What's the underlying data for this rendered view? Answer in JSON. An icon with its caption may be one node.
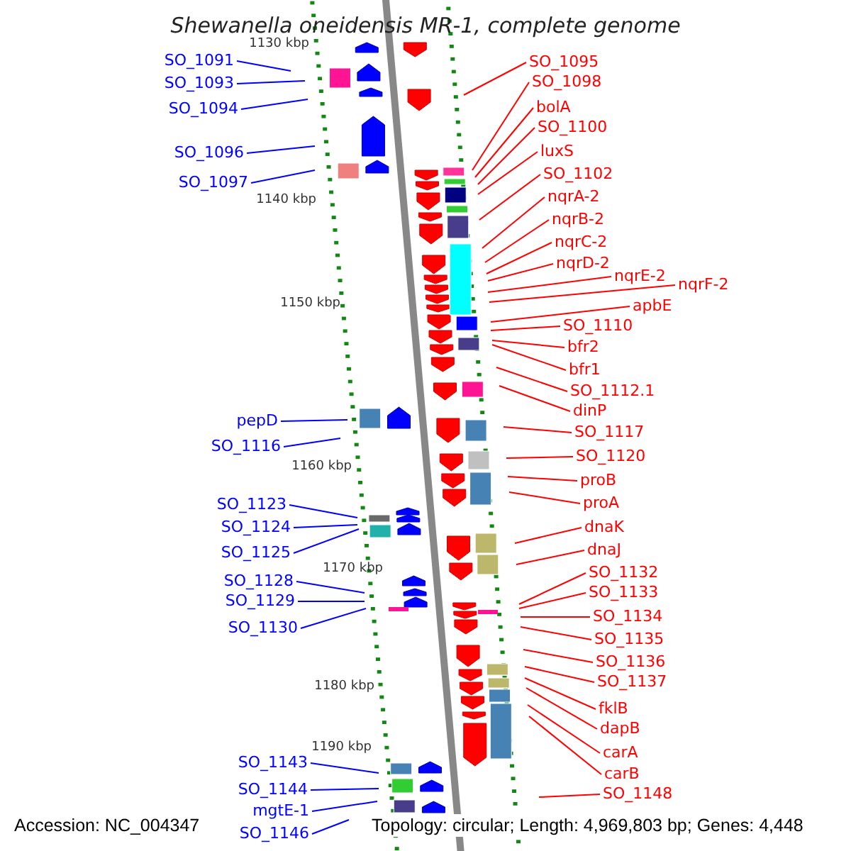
{
  "diagram": {
    "title": "Shewanella oneidensis MR-1, complete genome",
    "nodes": [
      {
        "text": [
          "SO_1091"
        ]
      },
      {
        "text": [
          "SO_1093"
        ]
      },
      {
        "text": [
          "SO_1094"
        ]
      },
      {
        "text": [
          "SO_1096"
        ]
      },
      {
        "text": [
          "SO_1097"
        ]
      },
      {
        "text": [
          "pepD"
        ]
      },
      {
        "text": [
          "SO_1116"
        ]
      },
      {
        "text": [
          "SO_1123"
        ]
      },
      {
        "text": [
          "SO_1124"
        ]
      },
      {
        "text": [
          "SO_1125"
        ]
      },
      {
        "text": [
          "SO_1128"
        ]
      },
      {
        "text": [
          "SO_1129"
        ]
      },
      {
        "text": [
          "SO_1130"
        ]
      },
      {
        "text": [
          "SO_1143"
        ]
      },
      {
        "text": [
          "SO_1144"
        ]
      },
      {
        "text": [
          "mgtE-1"
        ]
      },
      {
        "text": [
          "SO_1146"
        ]
      },
      {
        "text": [
          "SO_1095"
        ]
      },
      {
        "text": [
          "SO_1098"
        ]
      },
      {
        "text": [
          "bolA"
        ]
      },
      {
        "text": [
          "SO_1100"
        ]
      },
      {
        "text": [
          "luxS"
        ]
      },
      {
        "text": [
          "SO_1102"
        ]
      },
      {
        "text": [
          "nqrA-2"
        ]
      },
      {
        "text": [
          "nqrB-2"
        ]
      },
      {
        "text": [
          "nqrC-2"
        ]
      },
      {
        "text": [
          "nqrD-2"
        ]
      },
      {
        "text": [
          "nqrE-2"
        ]
      },
      {
        "text": [
          "nqrF-2"
        ]
      },
      {
        "text": [
          "apbE"
        ]
      },
      {
        "text": [
          "SO_1110"
        ]
      },
      {
        "text": [
          "bfr2"
        ]
      },
      {
        "text": [
          "bfr1"
        ]
      },
      {
        "text": [
          "SO_1112.1"
        ]
      },
      {
        "text": [
          "dinP"
        ]
      },
      {
        "text": [
          "SO_1117"
        ]
      },
      {
        "text": [
          "SO_1120"
        ]
      },
      {
        "text": [
          "proB"
        ]
      },
      {
        "text": [
          "proA"
        ]
      },
      {
        "text": [
          "dnaK"
        ]
      },
      {
        "text": [
          "dnaJ"
        ]
      },
      {
        "text": [
          "SO_1132"
        ]
      },
      {
        "text": [
          "SO_1133"
        ]
      },
      {
        "text": [
          "SO_1134"
        ]
      },
      {
        "text": [
          "SO_1135"
        ]
      },
      {
        "text": [
          "SO_1136"
        ]
      },
      {
        "text": [
          "SO_1137"
        ]
      },
      {
        "text": [
          "fklB"
        ]
      },
      {
        "text": [
          "dapB"
        ]
      },
      {
        "text": [
          "carA"
        ]
      },
      {
        "text": [
          "carB"
        ]
      },
      {
        "text": [
          "SO_1148"
        ]
      }
    ],
    "edges": [
      {
        "from": 0,
        "to": null,
        "arrow": "none",
        "color": "#0000ff"
      },
      {
        "from": 1,
        "to": null,
        "arrow": "none",
        "color": "#0000ff"
      },
      {
        "from": 2,
        "to": null,
        "arrow": "none",
        "color": "#0000ff"
      },
      {
        "from": 3,
        "to": null,
        "arrow": "none",
        "color": "#0000ff"
      },
      {
        "from": 4,
        "to": null,
        "arrow": "none",
        "color": "#0000ff"
      },
      {
        "from": 5,
        "to": null,
        "arrow": "none",
        "color": "#0000ff"
      },
      {
        "from": 6,
        "to": null,
        "arrow": "none",
        "color": "#0000ff"
      },
      {
        "from": 7,
        "to": null,
        "arrow": "none",
        "color": "#0000ff"
      },
      {
        "from": 8,
        "to": null,
        "arrow": "none",
        "color": "#0000ff"
      },
      {
        "from": 9,
        "to": null,
        "arrow": "none",
        "color": "#0000ff"
      },
      {
        "from": 10,
        "to": null,
        "arrow": "none",
        "color": "#0000ff"
      },
      {
        "from": 11,
        "to": null,
        "arrow": "none",
        "color": "#0000ff"
      },
      {
        "from": 12,
        "to": null,
        "arrow": "none",
        "color": "#0000ff"
      },
      {
        "from": 13,
        "to": null,
        "arrow": "none",
        "color": "#0000ff"
      },
      {
        "from": 14,
        "to": null,
        "arrow": "none",
        "color": "#0000ff"
      },
      {
        "from": 15,
        "to": null,
        "arrow": "none",
        "color": "#0000ff"
      },
      {
        "from": 16,
        "to": null,
        "arrow": "none",
        "color": "#0000ff"
      },
      {
        "from": 17,
        "to": null,
        "arrow": "none"
      },
      {
        "from": 18,
        "to": null,
        "arrow": "none"
      },
      {
        "from": 19,
        "to": null,
        "arrow": "none"
      },
      {
        "from": 20,
        "to": null,
        "arrow": "none"
      },
      {
        "from": 21,
        "to": null,
        "arrow": "none"
      },
      {
        "from": 22,
        "to": null,
        "arrow": "none"
      },
      {
        "from": 23,
        "to": null,
        "arrow": "none"
      },
      {
        "from": 24,
        "to": null,
        "arrow": "none"
      },
      {
        "from": 25,
        "to": null,
        "arrow": "none"
      },
      {
        "from": 26,
        "to": null,
        "arrow": "none"
      },
      {
        "from": 27,
        "to": null,
        "arrow": "none"
      },
      {
        "from": 28,
        "to": null,
        "arrow": "none"
      },
      {
        "from": 29,
        "to": null,
        "arrow": "none"
      },
      {
        "from": 30,
        "to": null,
        "arrow": "none"
      },
      {
        "from": 31,
        "to": null,
        "arrow": "none"
      },
      {
        "from": 32,
        "to": null,
        "arrow": "none"
      },
      {
        "from": 33,
        "to": null,
        "arrow": "none"
      },
      {
        "from": 34,
        "to": null,
        "arrow": "none"
      },
      {
        "from": 35,
        "to": null,
        "arrow": "none"
      },
      {
        "from": 36,
        "to": null,
        "arrow": "none"
      },
      {
        "from": 37,
        "to": null,
        "arrow": "none"
      },
      {
        "from": 38,
        "to": null,
        "arrow": "none"
      },
      {
        "from": 39,
        "to": null,
        "arrow": "none"
      },
      {
        "from": 40,
        "to": null,
        "arrow": "none"
      },
      {
        "from": 41,
        "to": null,
        "arrow": "none"
      },
      {
        "from": 42,
        "to": null,
        "arrow": "none"
      },
      {
        "from": 43,
        "to": null,
        "arrow": "none"
      },
      {
        "from": 44,
        "to": null,
        "arrow": "none"
      },
      {
        "from": 45,
        "to": null,
        "arrow": "none"
      },
      {
        "from": 46,
        "to": null,
        "arrow": "none"
      },
      {
        "from": 47,
        "to": null,
        "arrow": "none"
      },
      {
        "from": 48,
        "to": null,
        "arrow": "none"
      },
      {
        "from": 49,
        "to": null,
        "arrow": "none"
      },
      {
        "from": 50,
        "to": null,
        "arrow": "none"
      },
      {
        "from": 51,
        "to": null,
        "arrow": "none"
      }
    ],
    "labels": [
      "1130 kbp",
      "1140 kbp",
      "1150 kbp",
      "1160 kbp",
      "1170 kbp",
      "1180 kbp",
      "1190 kbp",
      "Accession: NC_004347",
      "Topology: circular; Length: 4,969,803 bp; Genes: 4,448"
    ]
  }
}
